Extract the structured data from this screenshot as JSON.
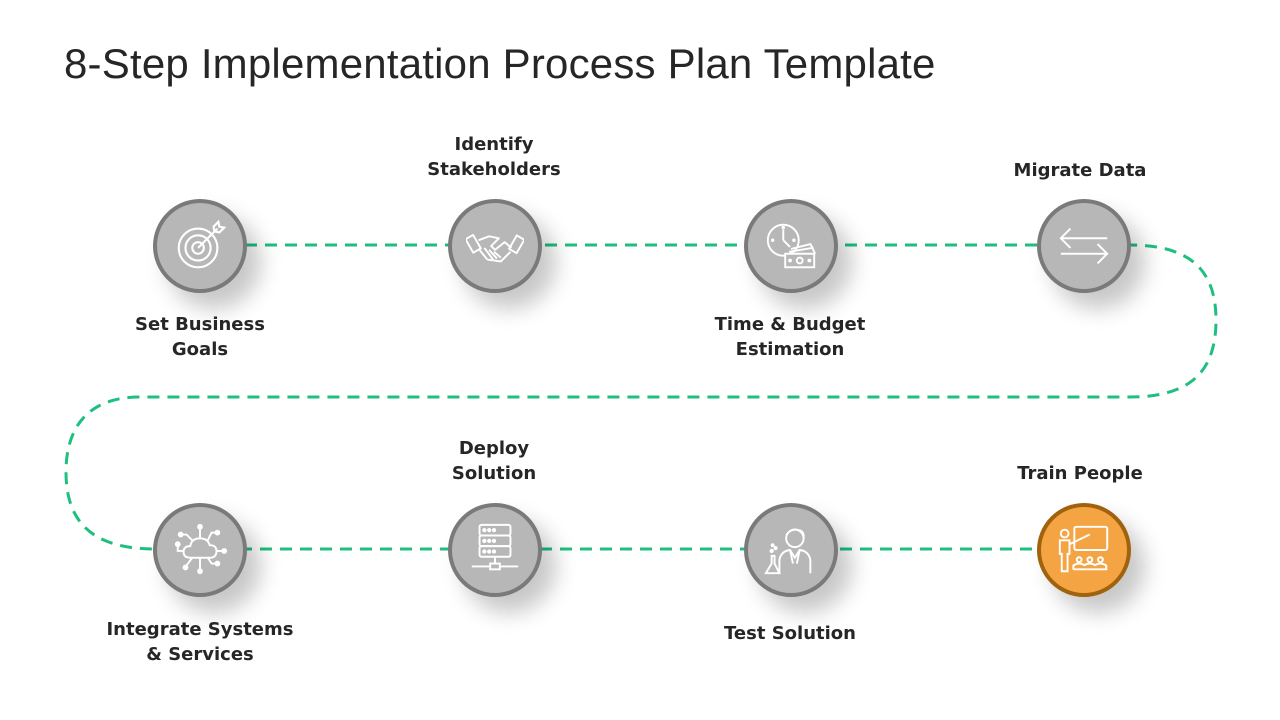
{
  "slide": {
    "title": "8-Step Implementation Process Plan Template"
  },
  "colors": {
    "path": "#1fbf7f",
    "node_fill": "#b7b7b7",
    "node_border": "#7a7a7a",
    "active_fill": "#f5a443",
    "active_border": "#a0620c",
    "text": "#262626"
  },
  "steps": [
    {
      "label": "Set Business\nGoals",
      "icon": "target-icon",
      "position": "below"
    },
    {
      "label": "Identify\nStakeholders",
      "icon": "handshake-icon",
      "position": "above"
    },
    {
      "label": "Time & Budget\nEstimation",
      "icon": "clock-money-icon",
      "position": "below"
    },
    {
      "label": "Migrate Data",
      "icon": "exchange-arrows-icon",
      "position": "above"
    },
    {
      "label": "Train People",
      "icon": "presentation-teacher-icon",
      "position": "above",
      "active": true
    },
    {
      "label": "Test Solution",
      "icon": "scientist-icon",
      "position": "below"
    },
    {
      "label": "Deploy\nSolution",
      "icon": "server-icon",
      "position": "above"
    },
    {
      "label": "Integrate Systems\n& Services",
      "icon": "cloud-network-icon",
      "position": "below"
    }
  ]
}
